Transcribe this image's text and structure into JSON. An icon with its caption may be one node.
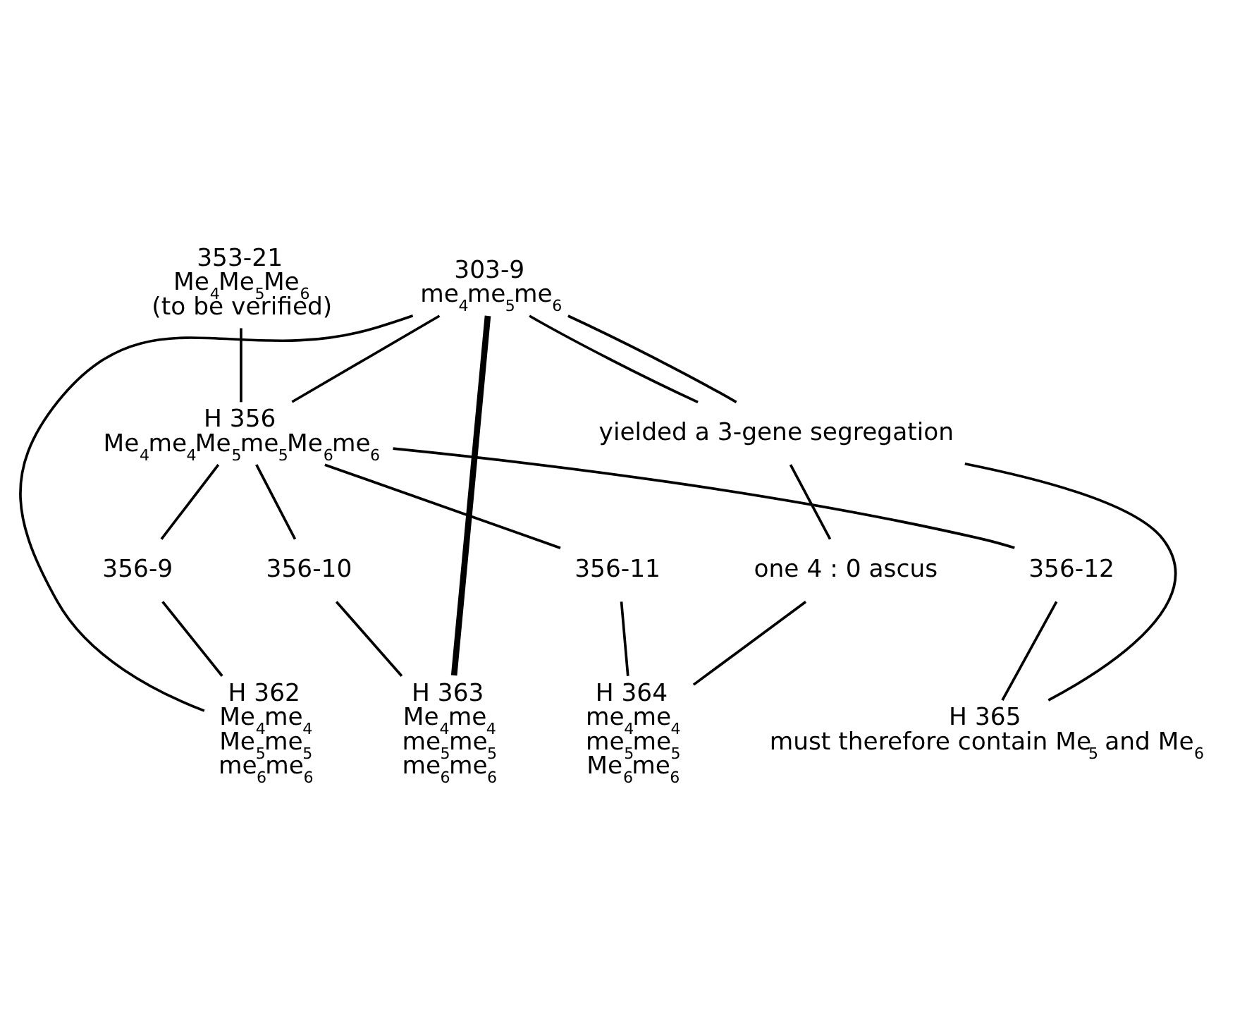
{
  "diagram": {
    "nodes": [
      {
        "text": [
          "353-21",
          "Me$_{4}$Me$_{5}$Me$_{6}$",
          "(to be verified)"
        ]
      },
      {
        "text": [
          "303-9",
          "me$_{4}$me$_{5}$me$_{6}$"
        ]
      },
      {
        "text": [
          "H 356",
          "Me$_{4}$me$_{4}$Me$_{5}$me$_{5}$Me$_{6}$me$_{6}$"
        ]
      },
      {
        "text": [
          "yielded a 3-gene segregation"
        ]
      },
      {
        "text": [
          "one 4 : 0 ascus"
        ]
      },
      {
        "text": [
          "356-9"
        ]
      },
      {
        "text": [
          "356-10"
        ]
      },
      {
        "text": [
          "356-11"
        ]
      },
      {
        "text": [
          "356-12"
        ]
      },
      {
        "text": [
          "H 362",
          "Me$_{4}$me$_{4}$",
          "Me$_{5}$me$_{5}$",
          "me$_{6}$me$_{6}$"
        ]
      },
      {
        "text": [
          "H 363",
          "Me$_{4}$me$_{4}$",
          "me$_{5}$me$_{5}$",
          "me$_{6}$me$_{6}$"
        ]
      },
      {
        "text": [
          "H 364",
          "me$_{4}$me$_{4}$",
          "me$_{5}$me$_{5}$",
          "Me$_{6}$me$_{6}$"
        ]
      },
      {
        "text": [
          "H 365",
          "must therefore contain Me$_{5}$ and Me$_{6}$"
        ]
      }
    ],
    "edges": [
      {
        "from": 0,
        "to": 2,
        "arrow": "none"
      },
      {
        "from": 1,
        "to": 2,
        "arrow": "none"
      },
      {
        "from": 1,
        "to": 9,
        "arrow": "none"
      },
      {
        "from": 1,
        "to": 10,
        "arrow": "none",
        "style": "thick"
      },
      {
        "from": 1,
        "to": 3,
        "arrow": "none"
      },
      {
        "from": 1,
        "to": 3,
        "arrow": "none"
      },
      {
        "from": 3,
        "to": 4,
        "arrow": "none"
      },
      {
        "from": 3,
        "to": 12,
        "arrow": "none"
      },
      {
        "from": 4,
        "to": 11,
        "arrow": "none"
      },
      {
        "from": 2,
        "to": 5,
        "arrow": "none"
      },
      {
        "from": 2,
        "to": 6,
        "arrow": "none"
      },
      {
        "from": 2,
        "to": 7,
        "arrow": "none"
      },
      {
        "from": 2,
        "to": 8,
        "arrow": "none"
      },
      {
        "from": 5,
        "to": 9,
        "arrow": "none"
      },
      {
        "from": 6,
        "to": 10,
        "arrow": "none"
      },
      {
        "from": 7,
        "to": 11,
        "arrow": "none"
      },
      {
        "from": 8,
        "to": 12,
        "arrow": "none"
      }
    ]
  }
}
